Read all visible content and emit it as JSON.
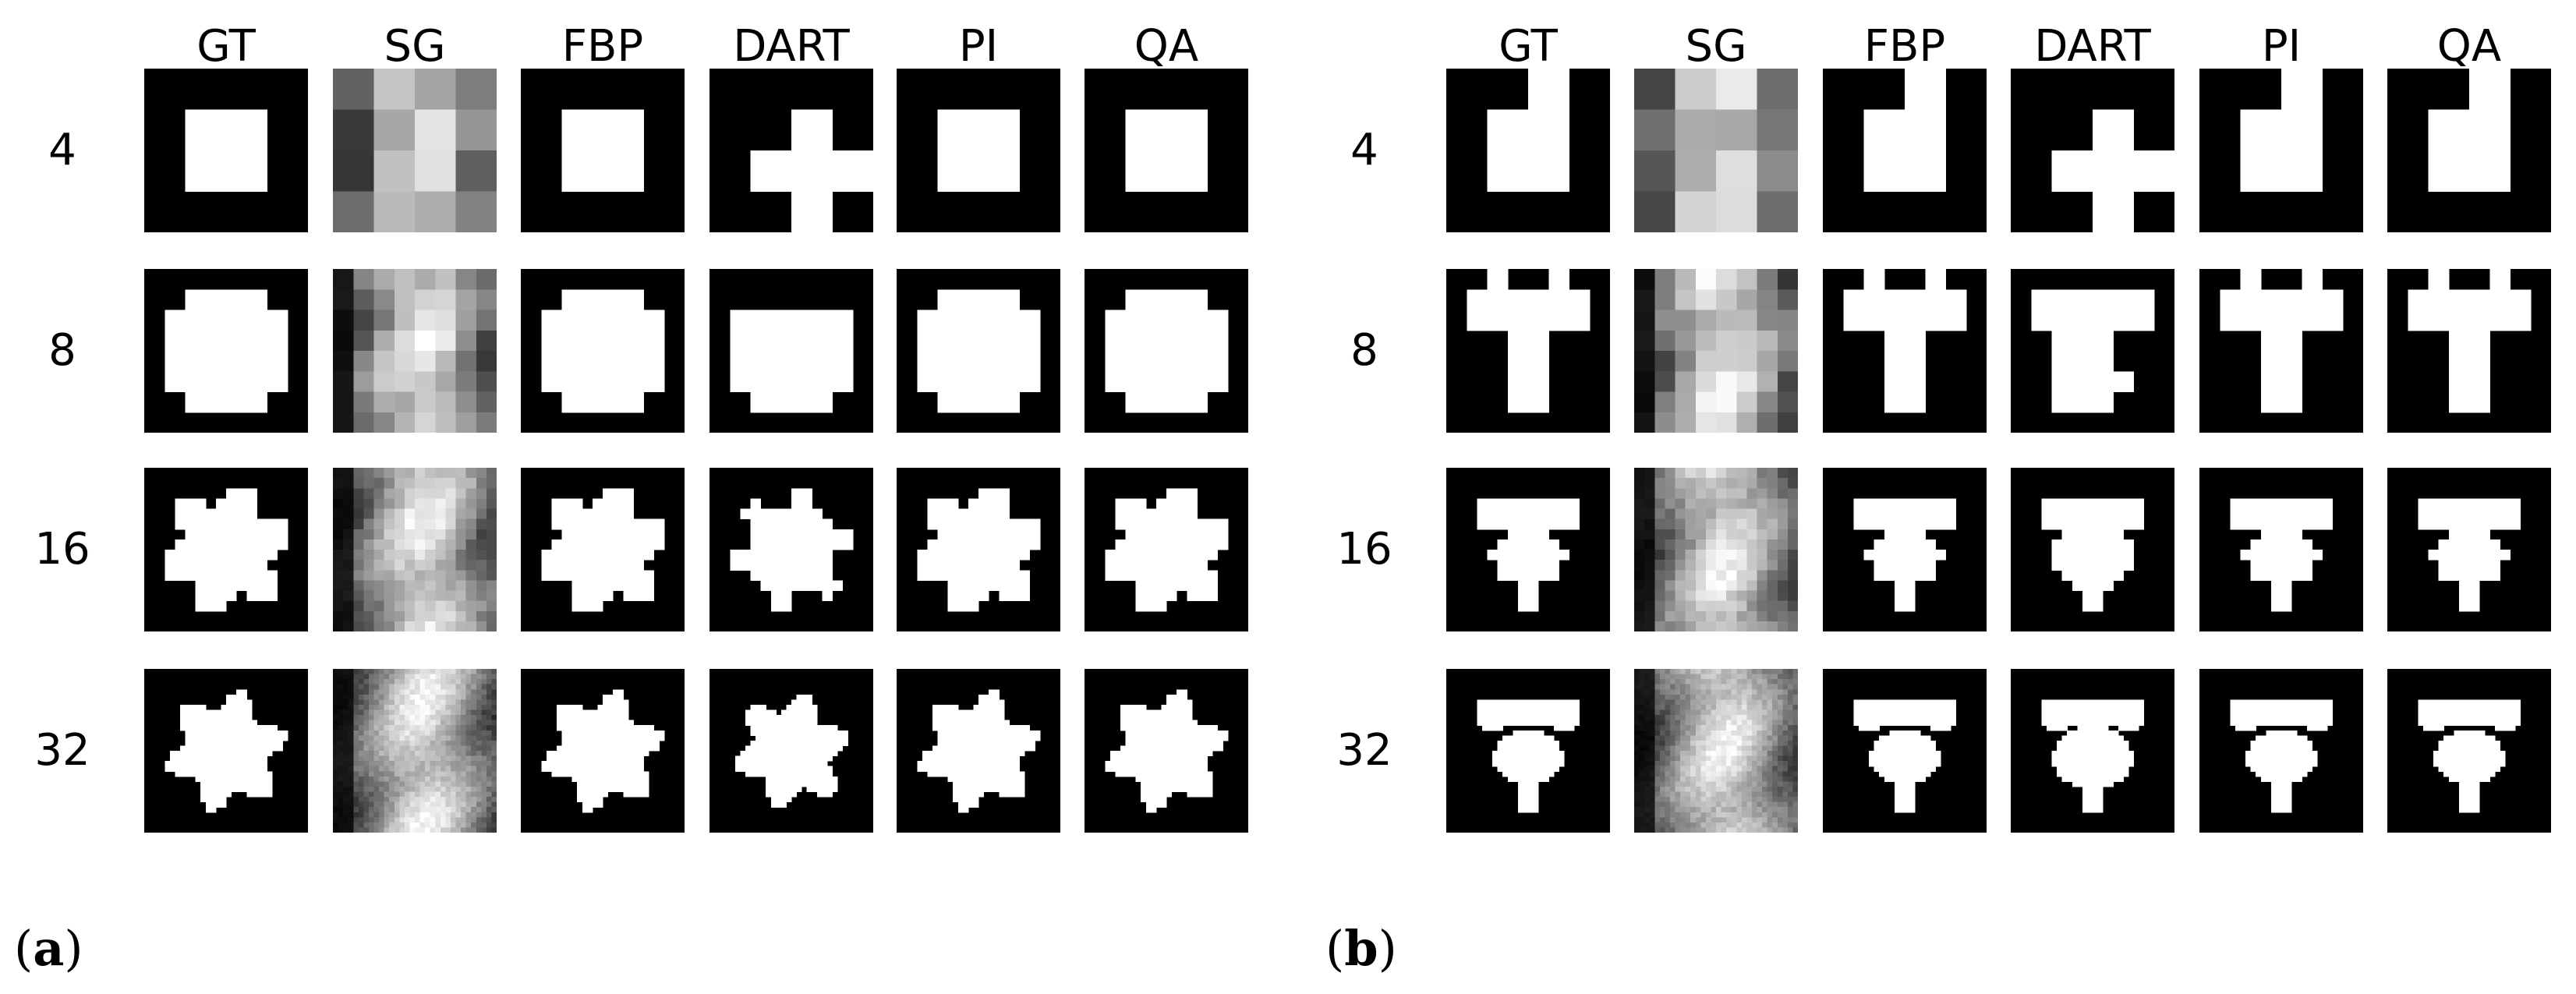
{
  "columns": [
    "GT",
    "SG",
    "FBP",
    "DART",
    "PI",
    "QA"
  ],
  "rows": [
    "4",
    "8",
    "16",
    "32"
  ],
  "panels": [
    {
      "label_open": "(",
      "label_letter": "a",
      "label_close": ")"
    },
    {
      "label_open": "(",
      "label_letter": "b",
      "label_close": ")"
    }
  ],
  "colors": {
    "background": "#000000",
    "foreground": "#ffffff"
  }
}
